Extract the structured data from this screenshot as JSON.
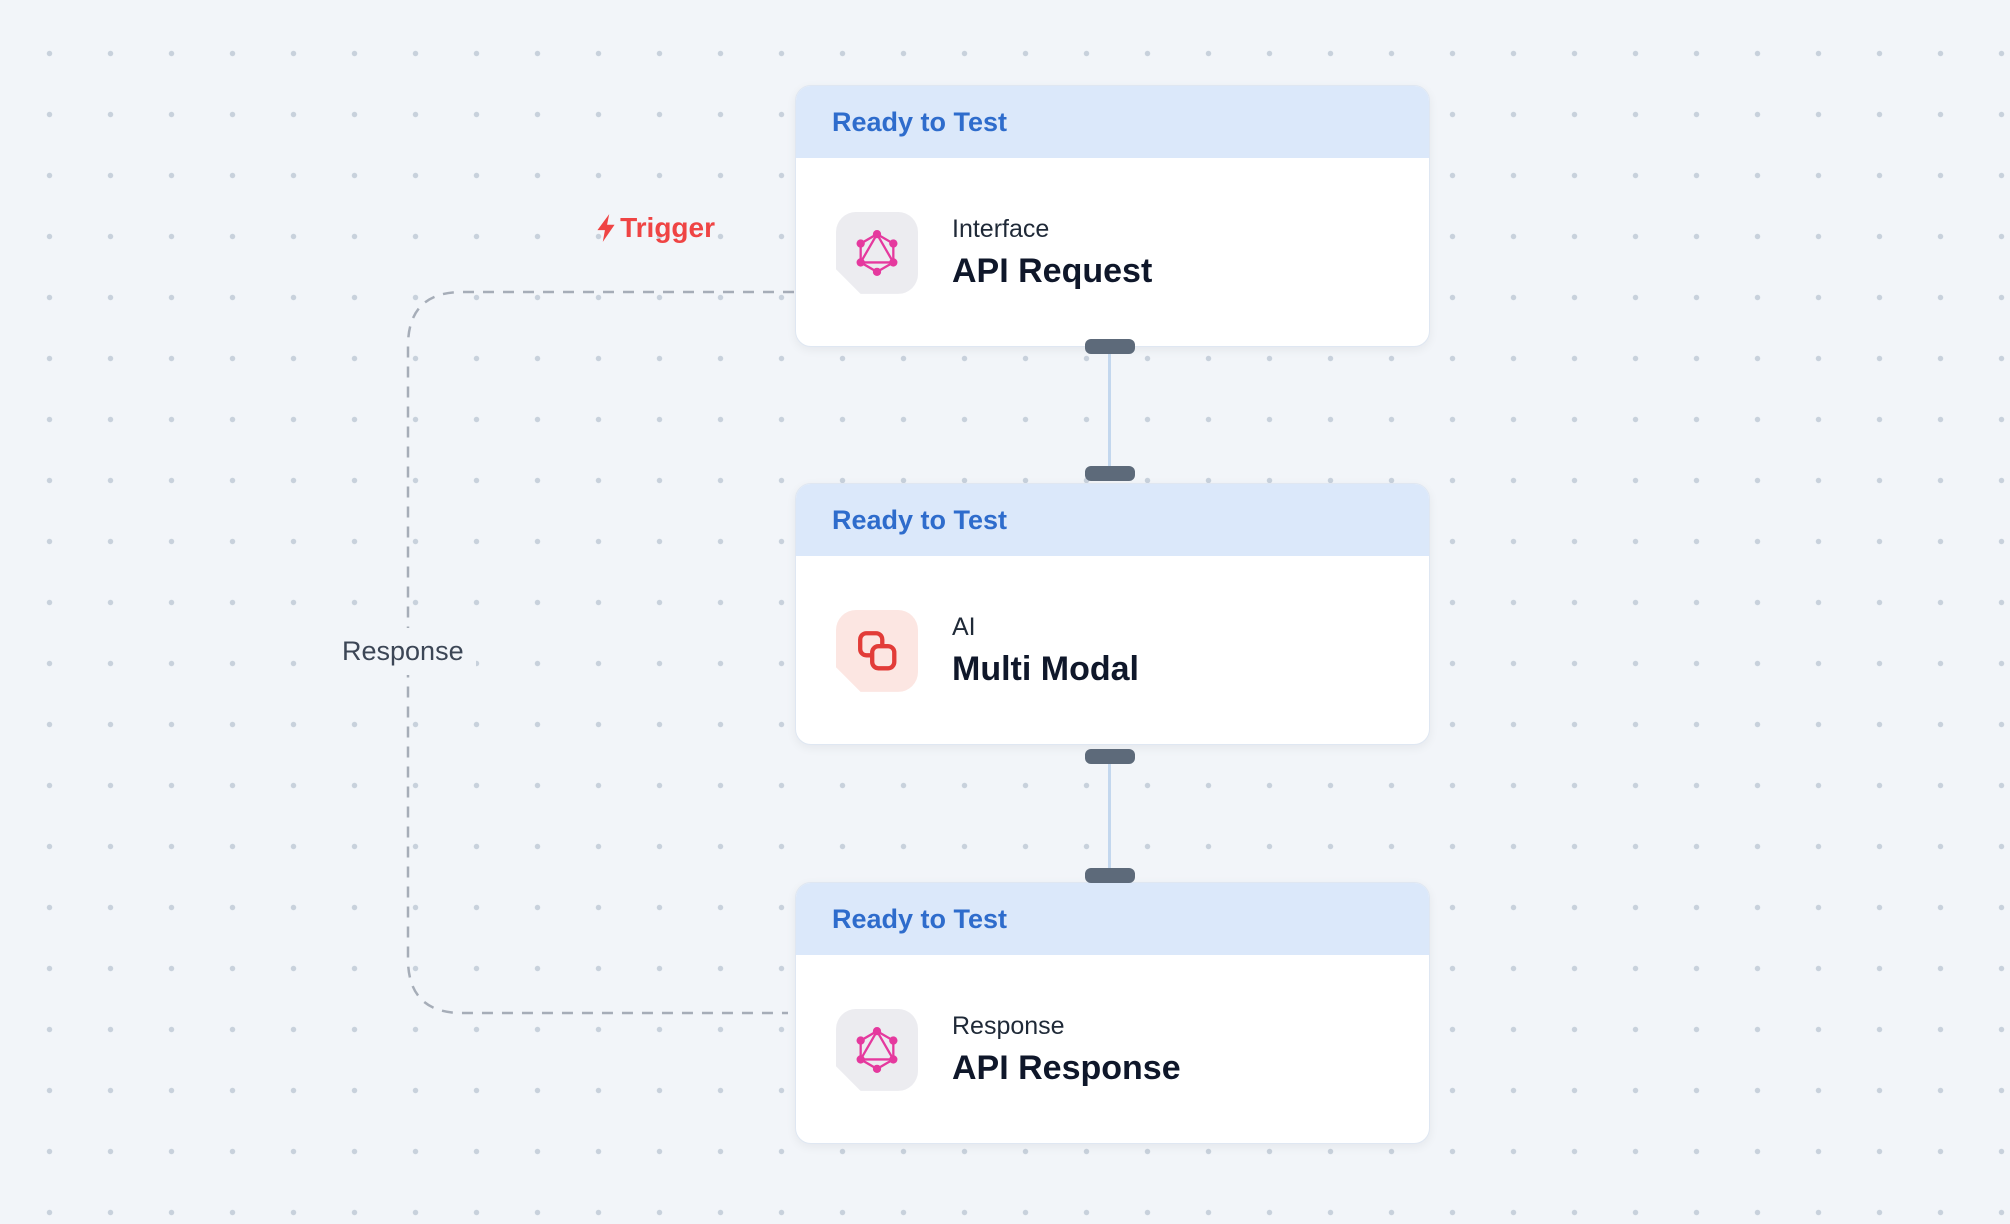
{
  "canvas": {
    "background": "#f2f5f9",
    "dot_color": "#c8d1dc"
  },
  "edge_labels": {
    "trigger": "Trigger",
    "response": "Response"
  },
  "nodes": [
    {
      "status": "Ready to Test",
      "category": "Interface",
      "title": "API Request",
      "icon": "graphql-icon"
    },
    {
      "status": "Ready to Test",
      "category": "AI",
      "title": "Multi Modal",
      "icon": "multimodal-icon"
    },
    {
      "status": "Ready to Test",
      "category": "Response",
      "title": "API Response",
      "icon": "graphql-icon"
    }
  ],
  "colors": {
    "status_header_bg": "#dbe8fa",
    "status_header_text": "#2e6ccc",
    "trigger_red": "#ef4444",
    "graphql_pink": "#e5399e",
    "ai_red": "#e23c38",
    "port_handle": "#5d6a7a",
    "edge_line": "#c3d7ee",
    "dashed_edge": "#a6adb8"
  }
}
